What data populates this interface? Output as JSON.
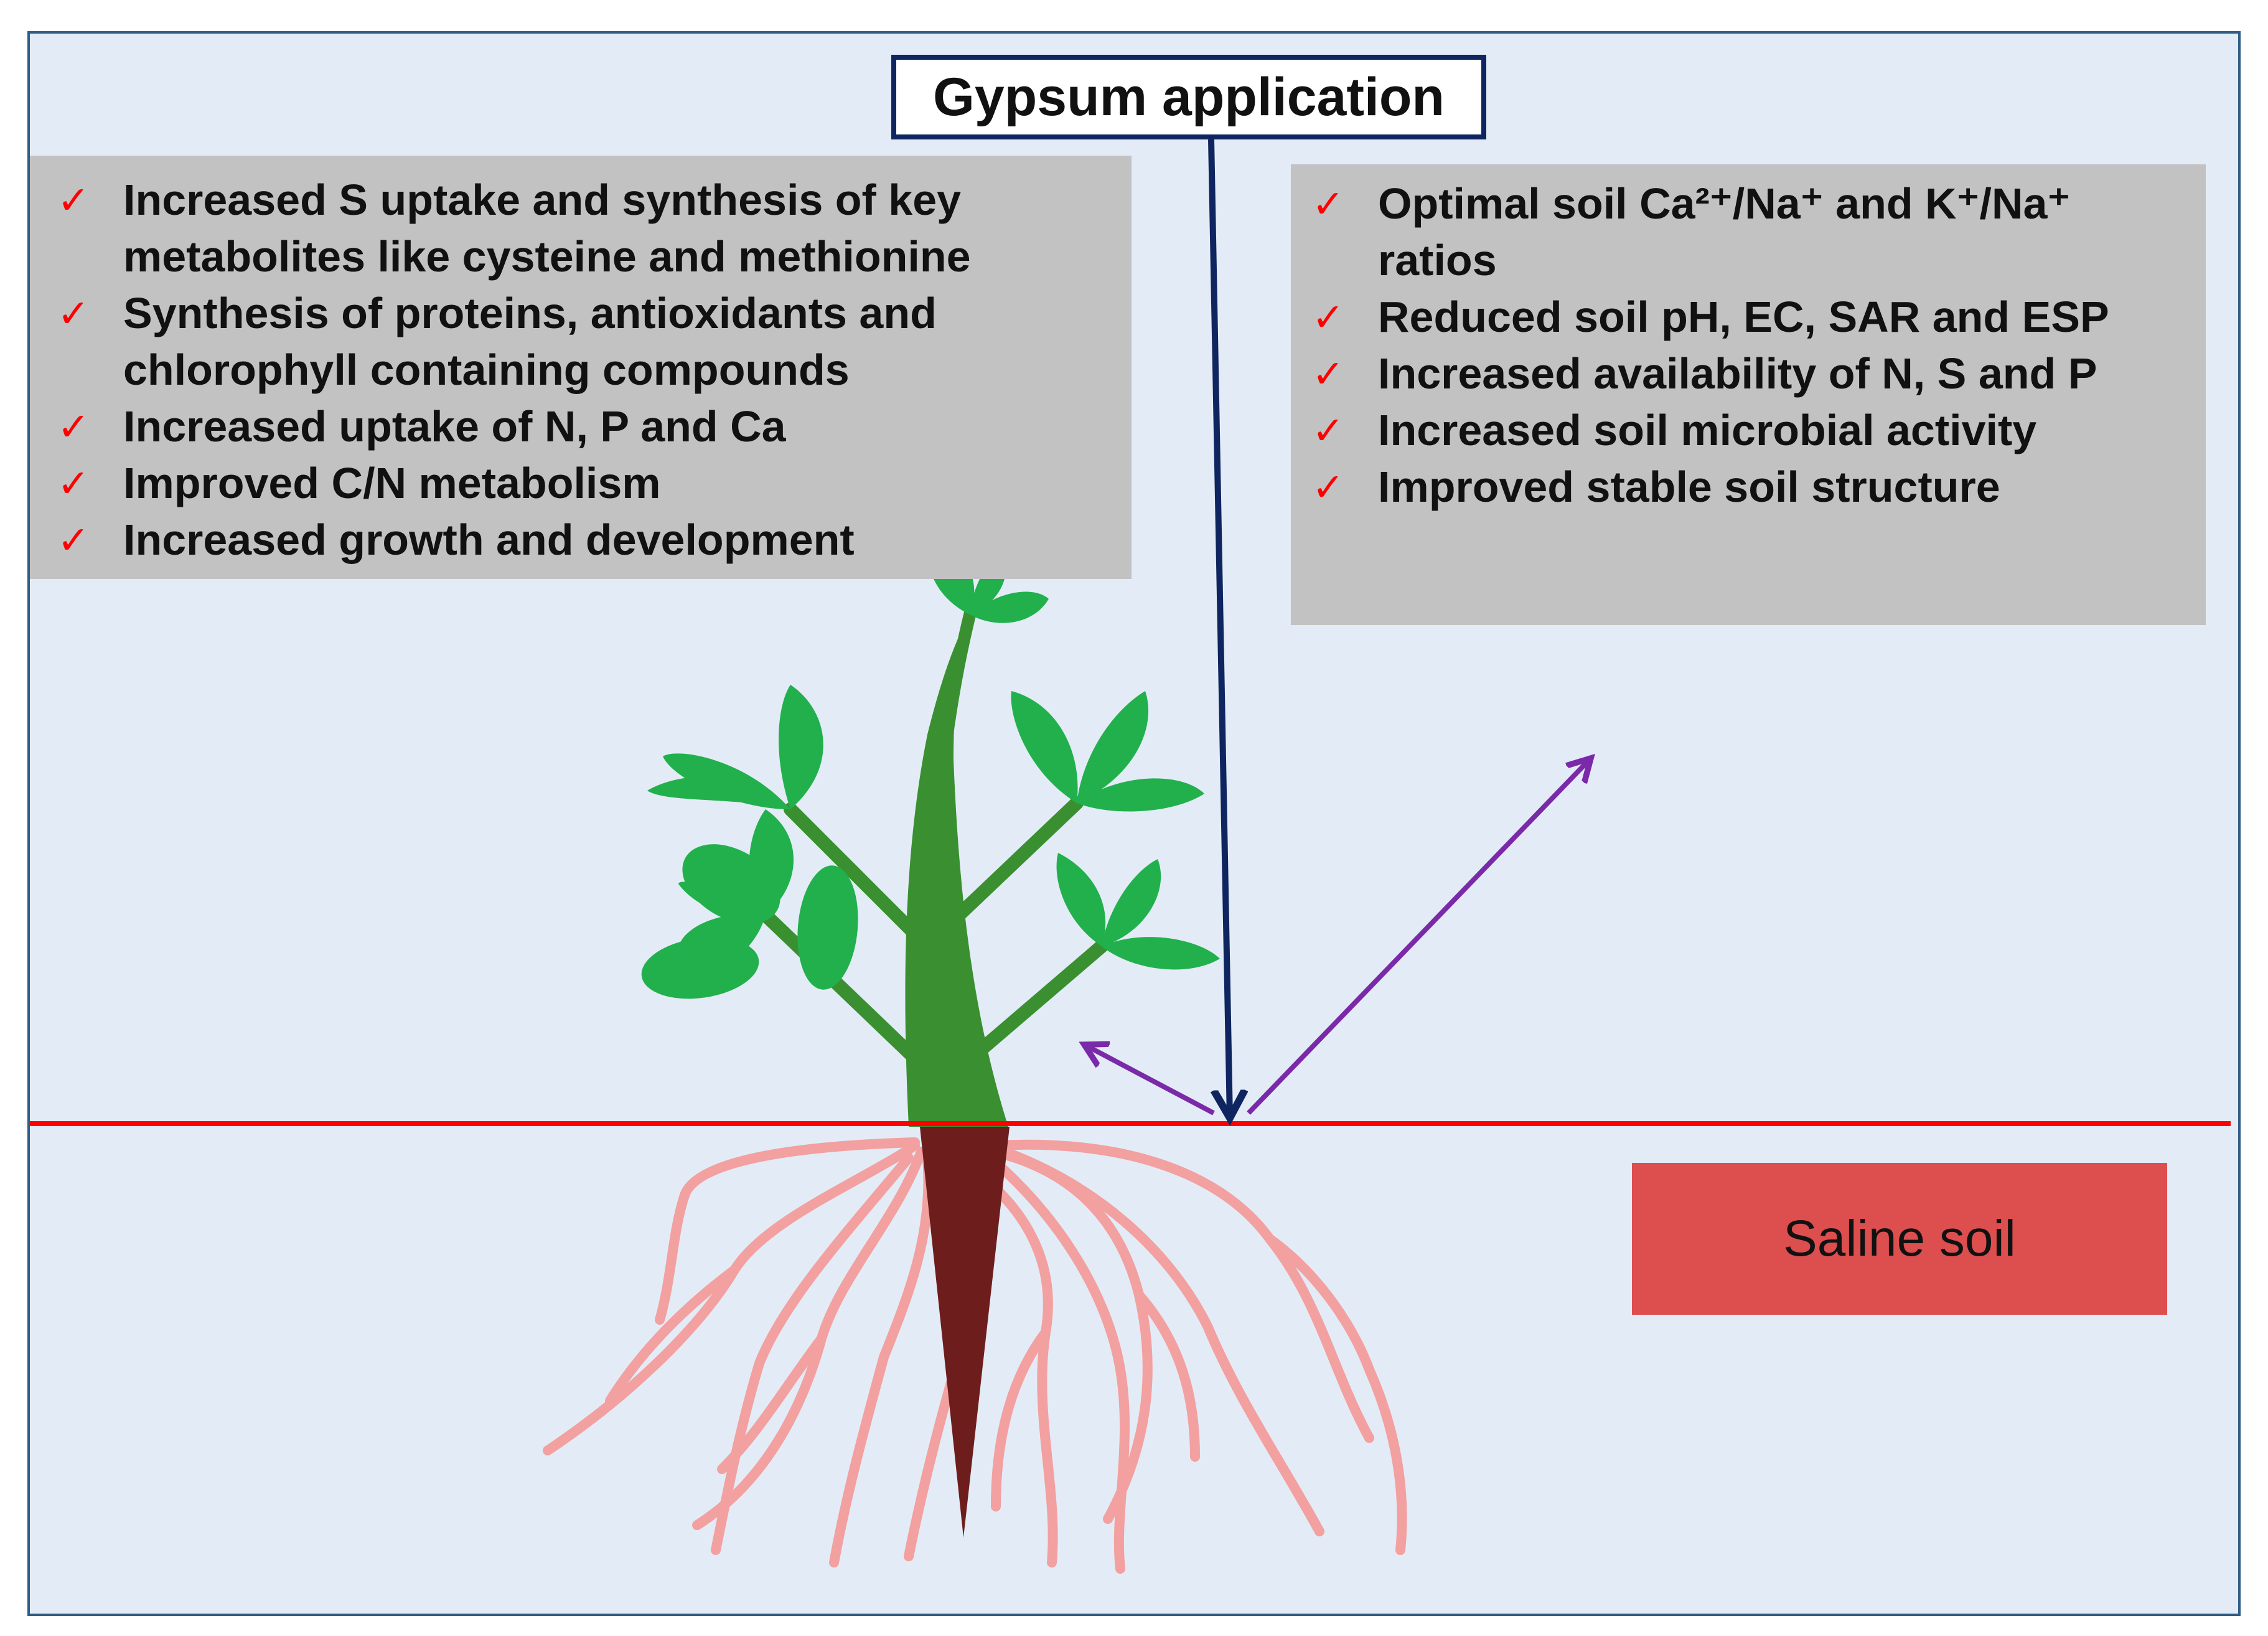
{
  "title": "Gypsum application",
  "plant_effects": [
    "Increased S uptake and synthesis of key metabolites like cysteine and methionine",
    "Synthesis of proteins, antioxidants and chlorophyll containing compounds",
    "Increased uptake of N, P and Ca",
    "Improved C/N metabolism",
    "Increased growth and development"
  ],
  "soil_effects": [
    "Optimal soil Ca²⁺/Na⁺ and K⁺/Na⁺ ratios",
    "Reduced soil pH, EC, SAR and ESP",
    "Increased availability of N, S and P",
    "Increased soil microbial activity",
    "Improved stable soil structure"
  ],
  "soil_label": "Saline soil",
  "tick_symbol": "✓",
  "colors": {
    "background": "#e3ecf6",
    "frame": "#2f5d86",
    "effects_box": "#c2c2c2",
    "tick": "#ff0000",
    "ground_line": "#ff0000",
    "gypsum_arrow": "#0f2560",
    "side_arrows": "#7a2aa8",
    "leaf": "#22b04c",
    "stem": "#3a9030",
    "taproot": "#6e1d1d",
    "roots": "#f2a0a0",
    "saline_box": "#dd4e4e"
  }
}
